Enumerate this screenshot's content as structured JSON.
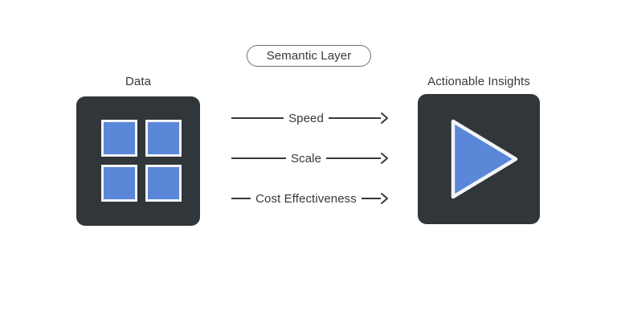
{
  "diagram": {
    "background_color": "#ffffff",
    "accent_blue": "#5b87d8",
    "dark_block_color": "#303639",
    "text_color": "#343a3e",
    "border_gray": "#6c7275",
    "square_border_color": "#f2f4f7"
  },
  "semantic_layer": {
    "label": "Semantic Layer"
  },
  "source_node": {
    "caption": "Data",
    "icon_name": "grid-four-squares-icon",
    "cells": [
      {
        "name": "data-square-top-left"
      },
      {
        "name": "data-square-top-right"
      },
      {
        "name": "data-square-bottom-left"
      },
      {
        "name": "data-square-bottom-right"
      }
    ]
  },
  "target_node": {
    "caption": "Actionable Insights",
    "icon_name": "play-triangle-icon"
  },
  "arrows": [
    {
      "label": "Speed",
      "icon_name": "arrow-right-icon"
    },
    {
      "label": "Scale",
      "icon_name": "arrow-right-icon"
    },
    {
      "label": "Cost Effectiveness",
      "icon_name": "arrow-right-icon"
    }
  ]
}
